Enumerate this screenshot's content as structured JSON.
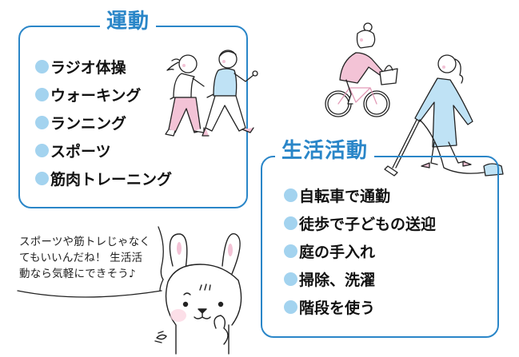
{
  "colors": {
    "accent_blue": "#2a86c8",
    "bullet_blue": "#a3d3ef",
    "pink": "#f3c3d6",
    "light_blue_clothes": "#bfe2f5",
    "text": "#111111"
  },
  "exercise": {
    "title": "運動",
    "items": [
      {
        "label": "ラジオ体操"
      },
      {
        "label": "ウォーキング"
      },
      {
        "label": "ランニング"
      },
      {
        "label": "スポーツ"
      },
      {
        "label": "筋肉トレーニング"
      }
    ],
    "illustration": "elderly-couple-walking"
  },
  "daily_activity": {
    "title": "生活活動",
    "items": [
      {
        "label": "自転車で通勤"
      },
      {
        "label": "徒歩で子どもの送迎"
      },
      {
        "label": "庭の手入れ"
      },
      {
        "label": "掃除、洗濯"
      },
      {
        "label": "階段を使う"
      }
    ],
    "illustrations": [
      "woman-riding-bicycle",
      "woman-vacuuming"
    ]
  },
  "speech_bubble": {
    "lines": [
      "スポーツや筋トレじゃなく",
      "てもいいんだね！ 生活活",
      "動なら気軽にできそう♪"
    ],
    "speaker": "rabbit-character"
  }
}
